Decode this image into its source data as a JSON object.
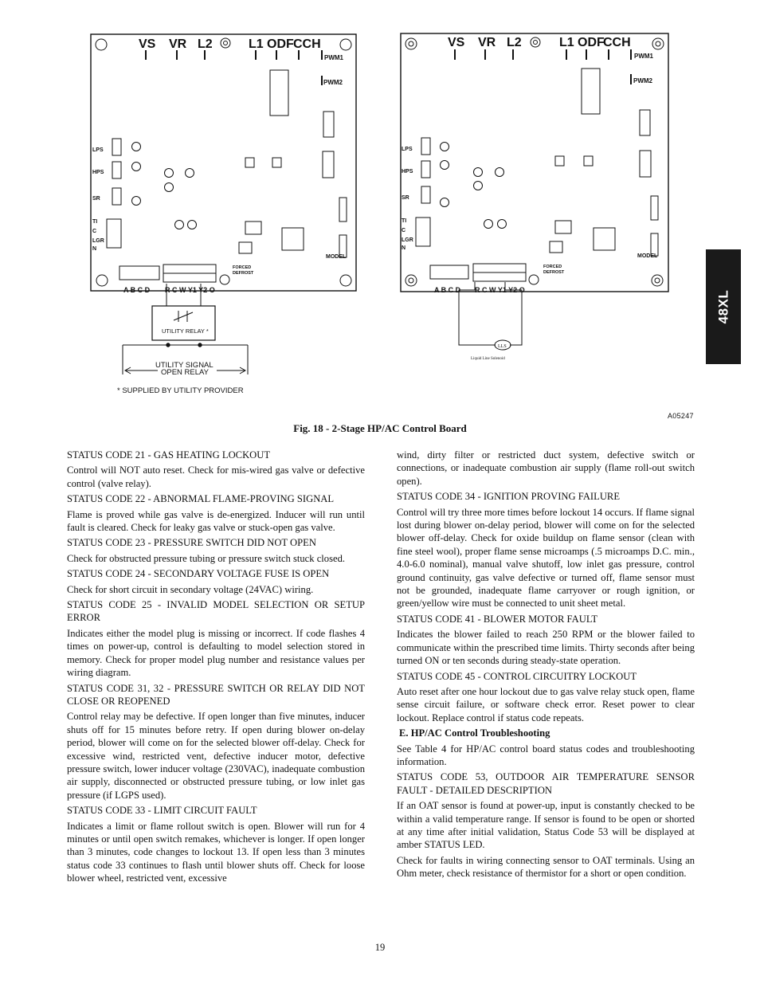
{
  "figure": {
    "board_labels": {
      "vs": "VS",
      "vr": "VR",
      "l2": "L2",
      "l1": "L1",
      "odf": "ODF",
      "cch": "CCH",
      "pwm1": "PWM1",
      "pwm2": "PWM2",
      "lps": "LPS",
      "hps": "HPS",
      "sr": "SR",
      "ti": "TI",
      "c": "C",
      "lgr": "LGR",
      "n": "N",
      "abcd": "A B C D",
      "rcw": "R C W Y1 Y2 O",
      "forced": "FORCED",
      "defrost": "DEFROST",
      "model": "MODEL"
    },
    "left_annotations": {
      "utility_relay": "UTILITY RELAY *",
      "utility_signal": "UTILITY SIGNAL",
      "open_relay": "OPEN RELAY",
      "supplied_note": "* SUPPLIED BY UTILITY PROVIDER"
    },
    "right_annotations": {
      "lls_symbol": "LLS",
      "lls_label": "Liquid Line Solenoid"
    },
    "figure_code": "A05247",
    "caption": "Fig. 18 - 2-Stage HP/AC Control Board"
  },
  "side_tab": "48XL",
  "left_column": [
    {
      "type": "head",
      "text": "STATUS CODE 21 - GAS HEATING LOCKOUT"
    },
    {
      "type": "body",
      "text": "Control will NOT auto reset. Check for mis-wired gas valve or defective control (valve relay)."
    },
    {
      "type": "head",
      "text": "STATUS CODE 22 - ABNORMAL FLAME-PROVING SIGNAL"
    },
    {
      "type": "body",
      "text": "Flame is proved while gas valve is de-energized. Inducer will run until fault is cleared. Check for leaky gas valve or stuck-open gas valve."
    },
    {
      "type": "head",
      "text": "STATUS CODE 23 - PRESSURE SWITCH DID NOT OPEN"
    },
    {
      "type": "body",
      "text": "Check for obstructed pressure tubing or pressure switch stuck closed."
    },
    {
      "type": "head",
      "text": "STATUS CODE 24 - SECONDARY VOLTAGE FUSE IS OPEN"
    },
    {
      "type": "body",
      "text": "Check for short circuit in secondary voltage (24VAC) wiring."
    },
    {
      "type": "head",
      "text": "STATUS CODE 25 - INVALID MODEL SELECTION OR SETUP ERROR"
    },
    {
      "type": "body",
      "text": "Indicates either the model plug is missing or incorrect. If code flashes 4 times on power-up, control is defaulting to model selection stored in memory. Check for proper model plug number and resistance values per wiring diagram."
    },
    {
      "type": "head",
      "text": "STATUS CODE 31, 32 - PRESSURE SWITCH OR RELAY DID NOT CLOSE OR REOPENED"
    },
    {
      "type": "body",
      "text": "Control relay may be defective. If open longer than five minutes, inducer shuts off for 15 minutes before retry. If open during blower on-delay period, blower will come on for the selected blower off-delay. Check for excessive wind, restricted vent, defective inducer motor, defective pressure switch, lower inducer voltage (230VAC), inadequate combustion air supply, disconnected or obstructed pressure tubing, or low inlet gas pressure (if LGPS used)."
    },
    {
      "type": "head",
      "text": "STATUS CODE 33 - LIMIT CIRCUIT FAULT"
    },
    {
      "type": "body",
      "text": "Indicates a limit or flame rollout switch is open. Blower will run for 4 minutes or until open switch remakes, whichever is longer. If open longer than 3 minutes, code changes to lockout 13. If open less than 3 minutes status code 33 continues to flash until blower shuts off. Check for loose blower wheel, restricted vent, excessive"
    }
  ],
  "right_column": [
    {
      "type": "body",
      "text": "wind, dirty filter or restricted duct system, defective switch or connections, or inadequate combustion air supply (flame roll-out switch open)."
    },
    {
      "type": "head",
      "text": "STATUS CODE 34 - IGNITION PROVING FAILURE"
    },
    {
      "type": "body",
      "text": "Control will try three more times before lockout 14 occurs. If flame signal lost during blower on-delay period, blower will come on for the selected blower off-delay. Check for oxide buildup on flame sensor (clean with fine steel wool), proper flame sense microamps (.5 microamps D.C. min., 4.0-6.0 nominal), manual valve shutoff, low inlet gas pressure, control ground continuity, gas valve defective or turned off, flame sensor must not be grounded, inadequate flame carryover or rough ignition, or green/yellow wire must be connected to unit sheet metal."
    },
    {
      "type": "head",
      "text": "STATUS CODE 41 - BLOWER MOTOR FAULT"
    },
    {
      "type": "body",
      "text": "Indicates the blower failed to reach 250 RPM or the blower failed to communicate within the prescribed time limits. Thirty seconds after being turned ON or ten seconds during steady-state operation."
    },
    {
      "type": "head",
      "text": "STATUS CODE 45 - CONTROL CIRCUITRY LOCKOUT"
    },
    {
      "type": "body",
      "text": "Auto reset after one hour lockout due to gas valve relay stuck open, flame sense circuit failure, or software check error. Reset power to clear lockout. Replace control if status code repeats."
    },
    {
      "type": "subhead",
      "text": "E. HP/AC Control Troubleshooting"
    },
    {
      "type": "body",
      "text": "See Table 4 for HP/AC control board status codes and troubleshooting information."
    },
    {
      "type": "head",
      "text": "STATUS CODE 53, OUTDOOR AIR TEMPERATURE SENSOR FAULT - DETAILED DESCRIPTION"
    },
    {
      "type": "body",
      "text": "If an OAT sensor is found at power-up, input is constantly checked to be within a valid temperature range. If sensor is found to be open or shorted at any time after initial validation, Status Code 53 will be displayed at amber STATUS LED."
    },
    {
      "type": "body",
      "text": "Check for faults in wiring connecting sensor to OAT terminals. Using an Ohm meter, check resistance of thermistor for a short or open condition."
    }
  ],
  "page_number": "19"
}
